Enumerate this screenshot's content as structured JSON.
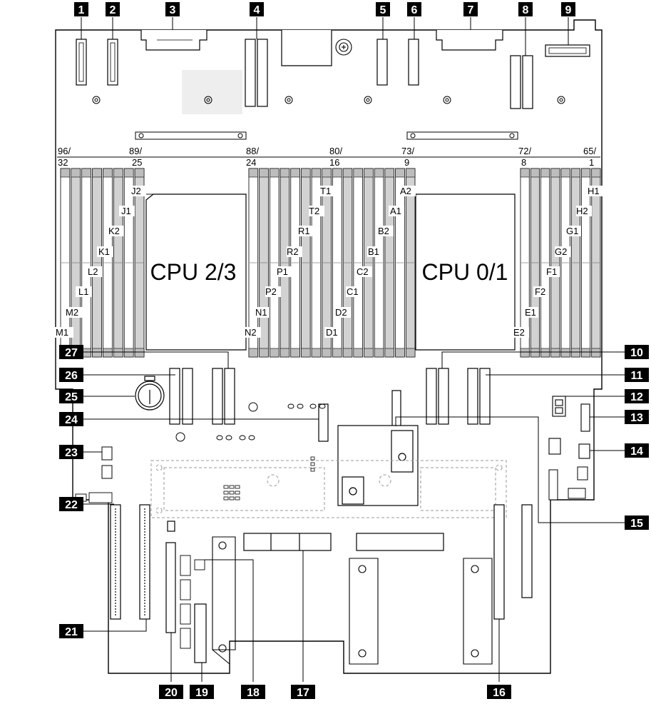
{
  "callouts": [
    "1",
    "2",
    "3",
    "4",
    "5",
    "6",
    "7",
    "8",
    "9",
    "10",
    "11",
    "12",
    "13",
    "14",
    "15",
    "16",
    "17",
    "18",
    "19",
    "20",
    "21",
    "22",
    "23",
    "24",
    "25",
    "26",
    "27"
  ],
  "cpu_labels": {
    "left": "CPU 2/3",
    "right": "CPU 0/1"
  },
  "slot_headers": [
    "96/",
    "32",
    "89/",
    "25",
    "88/",
    "24",
    "80/",
    "16",
    "73/",
    "9",
    "72/",
    "8",
    "65/",
    "1"
  ],
  "dimm_labels": [
    "J2",
    "J1",
    "K2",
    "K1",
    "L2",
    "L1",
    "M2",
    "M1",
    "T1",
    "T2",
    "R1",
    "R2",
    "P1",
    "P2",
    "N1",
    "N2",
    "A2",
    "A1",
    "B2",
    "B1",
    "C2",
    "C1",
    "D2",
    "D1",
    "H1",
    "H2",
    "G1",
    "G2",
    "F1",
    "F2",
    "E1",
    "E2"
  ],
  "colors": {
    "callout_bg": "#000000",
    "callout_fg": "#ffffff",
    "line": "#000000",
    "slot_shade": "#c8c8c8",
    "board_fill": "#ffffff",
    "dashed": "#999999"
  }
}
